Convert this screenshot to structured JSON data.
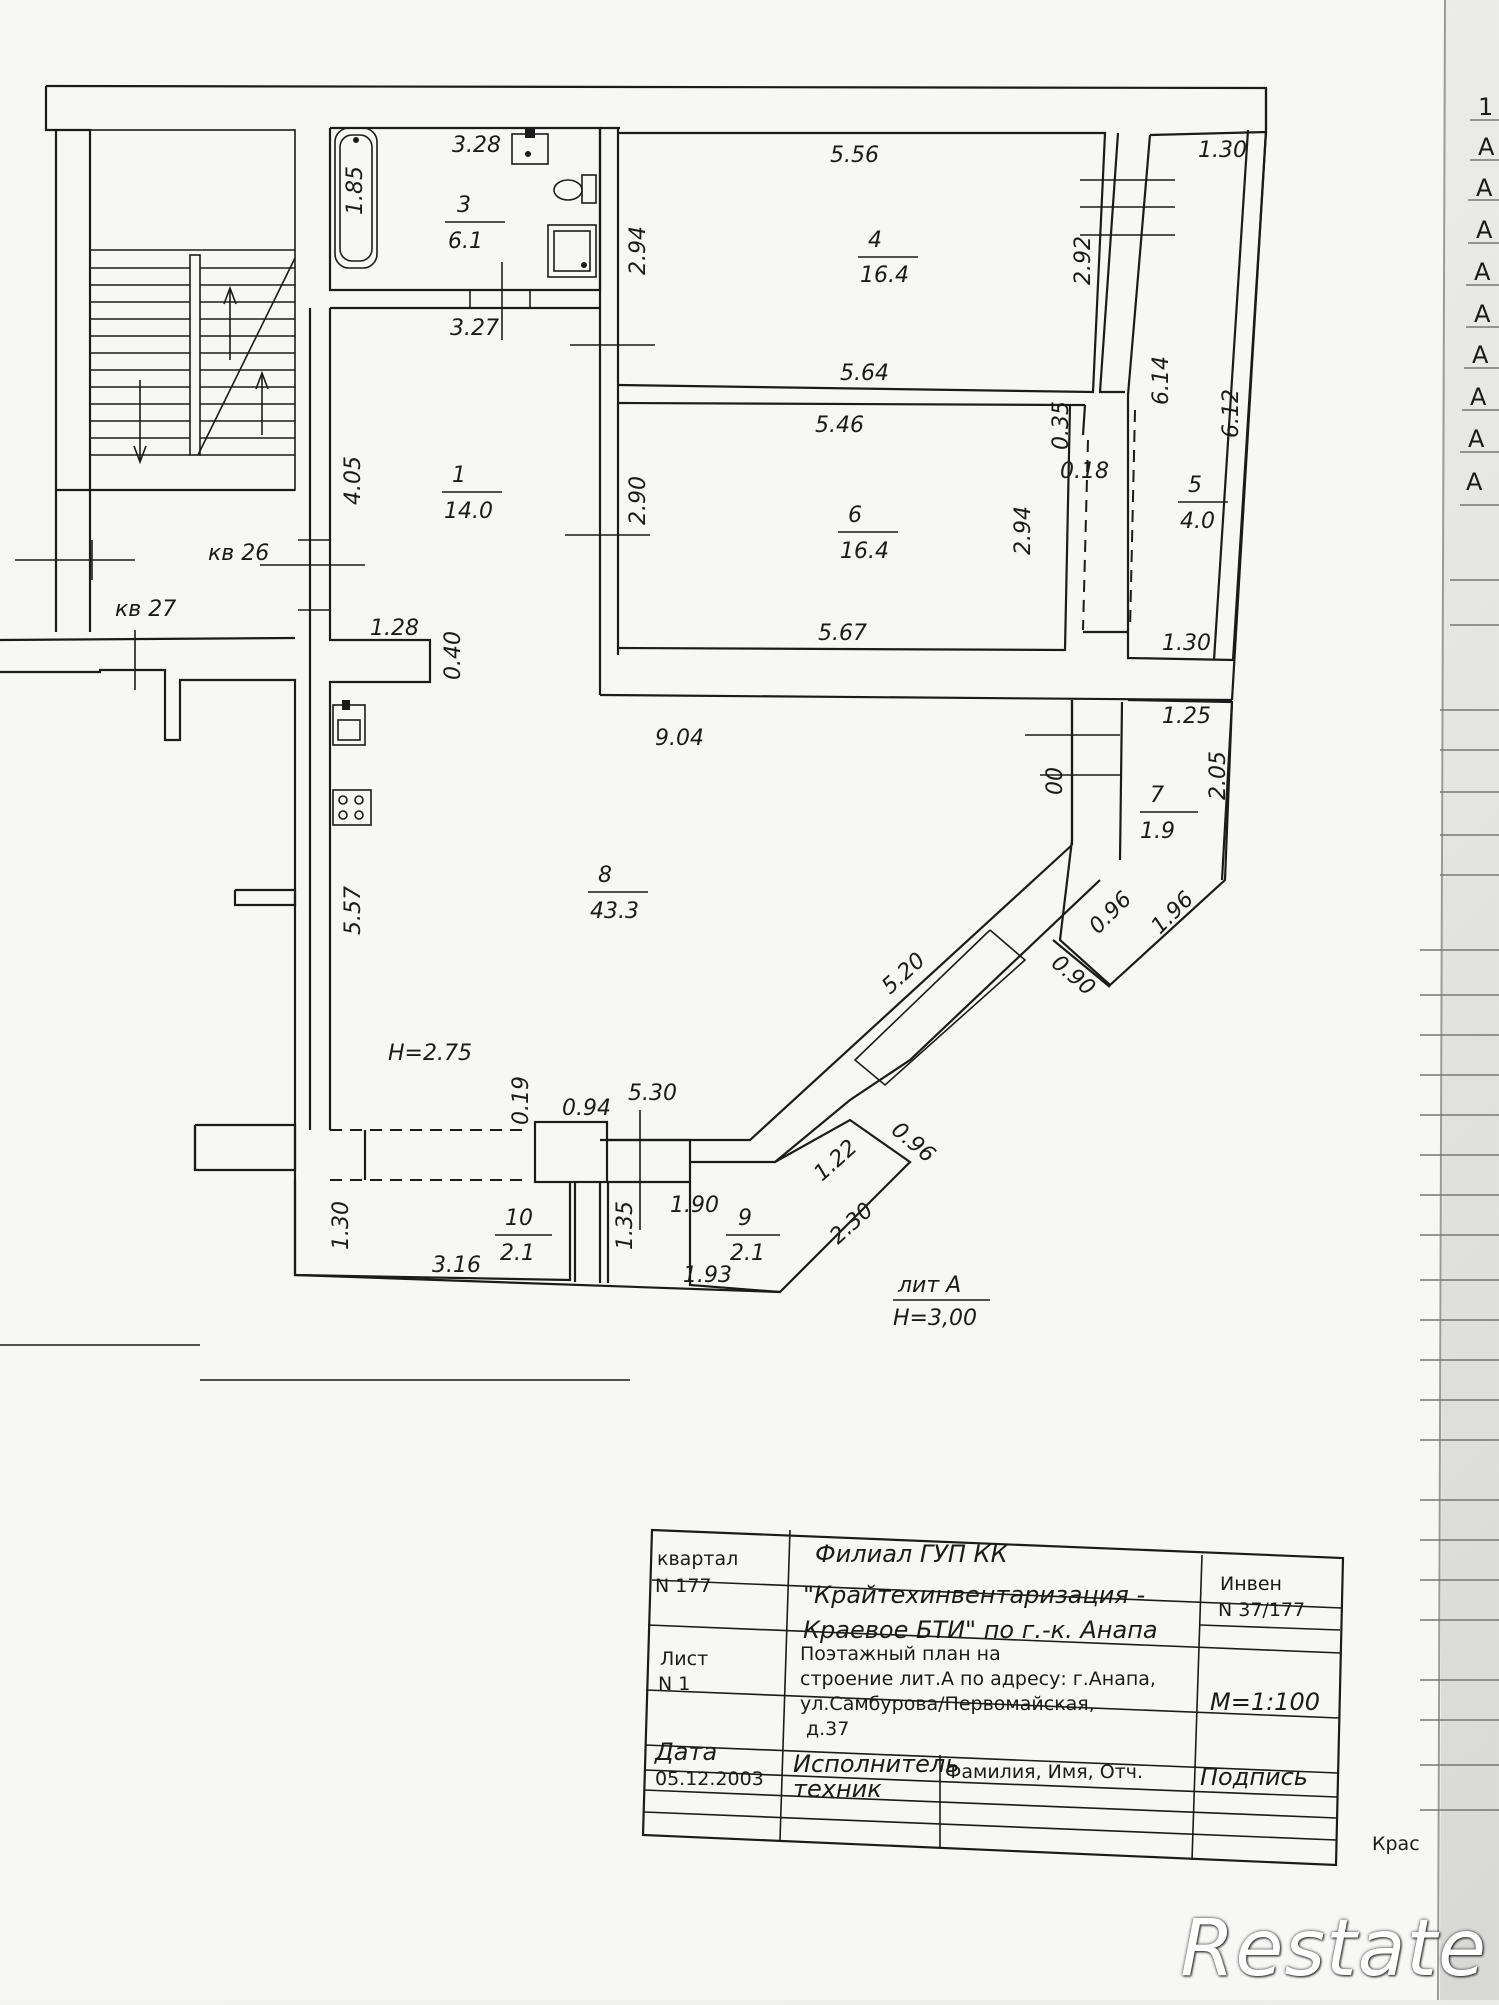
{
  "rooms": [
    {
      "num": "1",
      "area": "14.0"
    },
    {
      "num": "3",
      "area": "6.1"
    },
    {
      "num": "4",
      "area": "16.4"
    },
    {
      "num": "5",
      "area": "4.0"
    },
    {
      "num": "6",
      "area": "16.4"
    },
    {
      "num": "7",
      "area": "1.9"
    },
    {
      "num": "8",
      "area": "43.3"
    },
    {
      "num": "9",
      "area": "2.1"
    },
    {
      "num": "10",
      "area": "2.1"
    }
  ],
  "dimensions": [
    "3.28",
    "1.85",
    "3.27",
    "2.94",
    "5.56",
    "2.92",
    "1.30",
    "5.64",
    "6.14",
    "5.46",
    "0.35",
    "6.12",
    "0.18",
    "4.05",
    "2.90",
    "2.94",
    "5.67",
    "1.30",
    "1.28",
    "0.40",
    "1.25",
    "9.04",
    "00",
    "2.05",
    "5.57",
    "0.96",
    "1.96",
    "0.90",
    "5.20",
    "0.19",
    "0.94",
    "5.30",
    "1.22",
    "0.96",
    "1.90",
    "1.35",
    "2.30",
    "1.30",
    "3.16",
    "1.93"
  ],
  "heights": {
    "inner": "H=2.75",
    "lit_label": "лит А",
    "lit_height": "H=3,00"
  },
  "apartments": {
    "kv26": "кв  26",
    "kv27": "кв  27"
  },
  "title_block": {
    "kvartal_label": "квартал",
    "kvartal_value": "N 177",
    "org_line1": "Филиал ГУП КК",
    "org_line2": "\"Крайтехинвентаризация -",
    "org_line3": "Краевое БТИ\" по г.-к. Анапа",
    "inv_label": "Инвен",
    "inv_value": "N 37/177",
    "sheet_label": "Лист",
    "sheet_value": "N 1",
    "desc_line1": "Поэтажный план на",
    "desc_line2": "строение лит.А  по адресу: г.Анапа,",
    "desc_line3": "ул.Самбурова/Первомайская,",
    "desc_line4": "д.37",
    "scale": "М=1:100",
    "date_label": "Дата",
    "date_value": "05.12.2003",
    "executor_label": "Исполнитель",
    "executor_value": "техник",
    "fio_label": "Фамилия, Имя, Отч.",
    "sign_label": "Подпись"
  },
  "side_letters": [
    "1",
    "A",
    "A",
    "A",
    "A",
    "A",
    "A",
    "A",
    "A",
    "A"
  ],
  "corner_text": "Крас",
  "watermark": "Restate"
}
